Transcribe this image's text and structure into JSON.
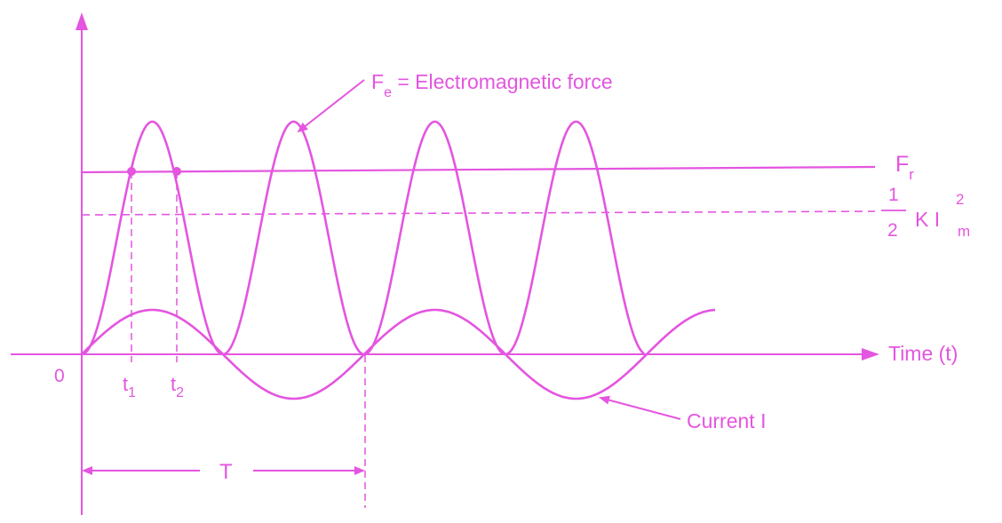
{
  "diagram": {
    "colors": {
      "stroke": "#e455e0",
      "background": "#ffffff"
    },
    "labels": {
      "fe_main": "F",
      "fe_sub": "e",
      "fe_text": " = Electromagnetic force",
      "fr_main": "F",
      "fr_sub": "r",
      "frac_num": "1",
      "frac_den": "2",
      "kim_text": "K I",
      "kim_sup": "2",
      "kim_sub": "m",
      "time_axis": "Time (t)",
      "origin": "0",
      "t1_main": "t",
      "t1_sub": "1",
      "t2_main": "t",
      "t2_sub": "2",
      "period": "T",
      "current": "Current I"
    }
  }
}
